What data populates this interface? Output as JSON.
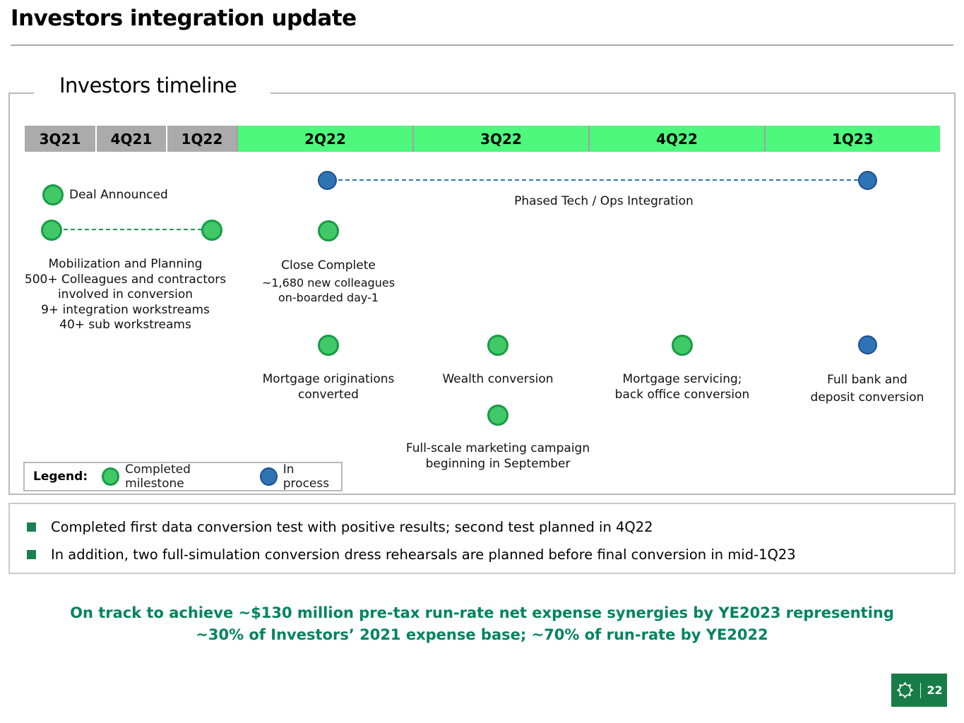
{
  "slide": {
    "title": "Investors integration update",
    "section_title": "Investors timeline",
    "page_number": "22"
  },
  "timeline": {
    "quarters": [
      {
        "label": "3Q21",
        "state": "past"
      },
      {
        "label": "4Q21",
        "state": "past"
      },
      {
        "label": "1Q22",
        "state": "past"
      },
      {
        "label": "2Q22",
        "state": "active"
      },
      {
        "label": "3Q22",
        "state": "active"
      },
      {
        "label": "4Q22",
        "state": "active"
      },
      {
        "label": "1Q23",
        "state": "active"
      }
    ],
    "milestones": {
      "deal_announced": "Deal Announced",
      "mobilization": "Mobilization and Planning\n500+ Colleagues and contractors\ninvolved in conversion\n9+ integration workstreams\n40+ sub workstreams",
      "phased_integration": "Phased Tech / Ops Integration",
      "close_complete_title": "Close Complete",
      "close_complete_sub": "~1,680 new colleagues\non-boarded day-1",
      "mortgage_originations": "Mortgage originations\nconverted",
      "wealth_conversion": "Wealth conversion",
      "mortgage_servicing": "Mortgage servicing;\nback office conversion",
      "full_bank": "Full bank and\ndeposit conversion",
      "marketing_campaign": "Full-scale marketing campaign\nbeginning in September"
    }
  },
  "legend": {
    "title": "Legend:",
    "completed_label": "Completed milestone",
    "in_process_label": "In process"
  },
  "bullets": [
    {
      "text": "Completed first data conversion test with positive results; second test planned in 4Q22"
    },
    {
      "text": "In addition, two full-simulation conversion dress rehearsals are planned before final conversion in mid-1Q23"
    }
  ],
  "summary": {
    "text": "On track to achieve ~$130 million pre-tax run-rate net expense synergies by YE2023 representing\n~30% of Investors’ 2021 expense base; ~70% of run-rate by YE2022"
  },
  "colors": {
    "quarter_past": "#ababab",
    "quarter_active": "#4df87d",
    "milestone_completed_fill": "#41c967",
    "milestone_completed_border": "#169c46",
    "milestone_in_process_fill": "#2e74b5",
    "milestone_in_process_border": "#1c4f91",
    "bullet_square": "#1b7f4f",
    "summary_text": "#00845e",
    "logo_background": "#187c47"
  }
}
